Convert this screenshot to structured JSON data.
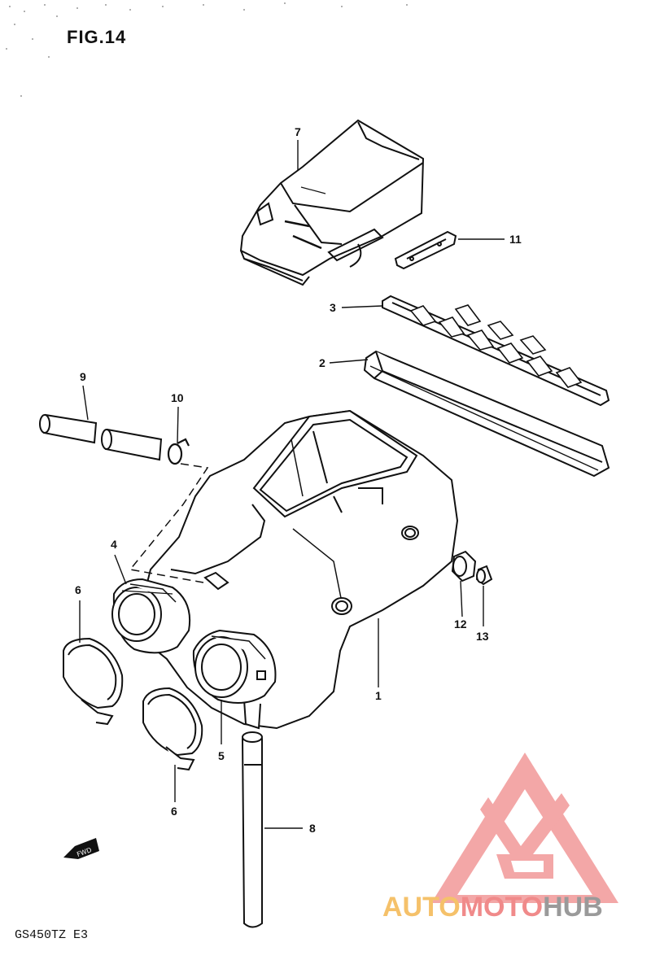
{
  "figure": {
    "title": "FIG.14",
    "model_code": "GS450TZ  E3"
  },
  "callouts": [
    {
      "id": "c1",
      "label": "1"
    },
    {
      "id": "c2",
      "label": "2"
    },
    {
      "id": "c3",
      "label": "3"
    },
    {
      "id": "c4",
      "label": "4"
    },
    {
      "id": "c5",
      "label": "5"
    },
    {
      "id": "c6a",
      "label": "6"
    },
    {
      "id": "c6b",
      "label": "6"
    },
    {
      "id": "c7",
      "label": "7"
    },
    {
      "id": "c8",
      "label": "8"
    },
    {
      "id": "c9",
      "label": "9"
    },
    {
      "id": "c10",
      "label": "10"
    },
    {
      "id": "c11",
      "label": "11"
    },
    {
      "id": "c12",
      "label": "12"
    },
    {
      "id": "c13",
      "label": "13"
    }
  ],
  "direction_marker": {
    "label": "FWD"
  },
  "watermark": {
    "part1": "AUTO",
    "part2": "MOTO",
    "part3": "HUB",
    "colors": {
      "auto": "#f5c16a",
      "moto": "#f08a8a",
      "hub": "#9a9a9a",
      "logo": "#f08a8a"
    }
  }
}
